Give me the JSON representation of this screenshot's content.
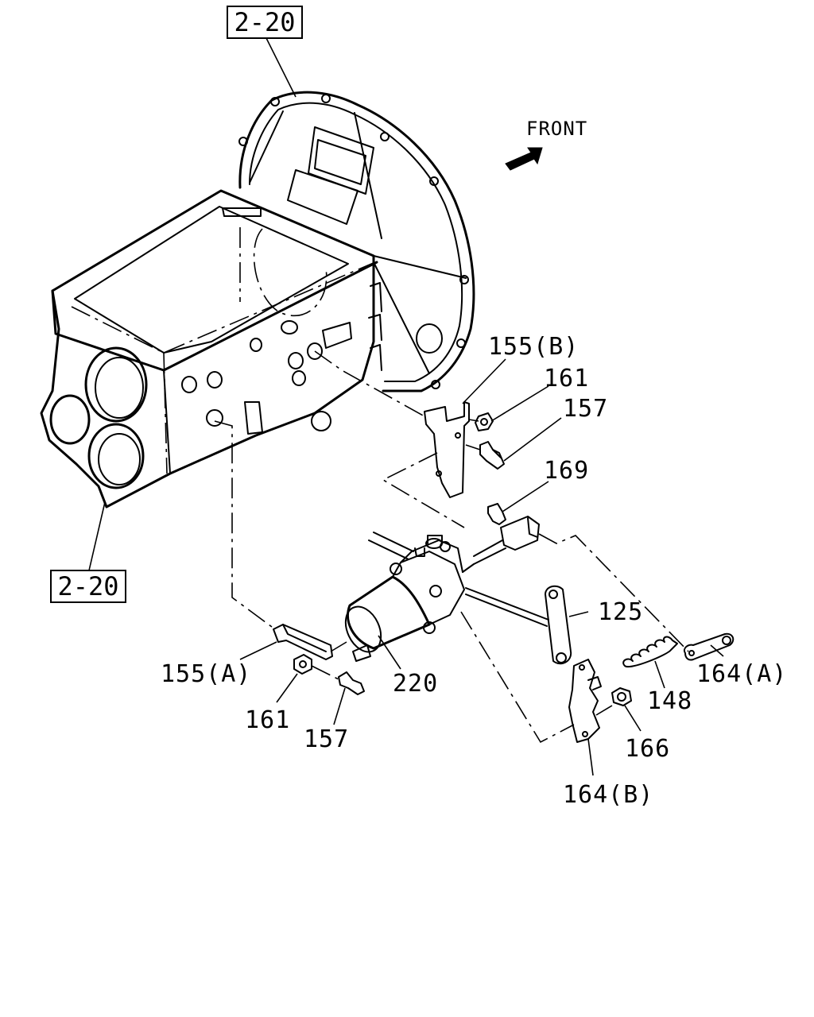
{
  "references": {
    "top": "2-20",
    "bottom": "2-20"
  },
  "direction": {
    "label": "FRONT",
    "icon": "front-arrow-icon"
  },
  "callouts": {
    "c155b": "155(B)",
    "c161_upper": "161",
    "c157_upper": "157",
    "c169": "169",
    "c125": "125",
    "c164a": "164(A)",
    "c148": "148",
    "c166": "166",
    "c164b": "164(B)",
    "c220": "220",
    "c155a": "155(A)",
    "c161_lower": "161",
    "c157_lower": "157"
  },
  "colors": {
    "ink": "#000000",
    "paper": "#ffffff"
  }
}
